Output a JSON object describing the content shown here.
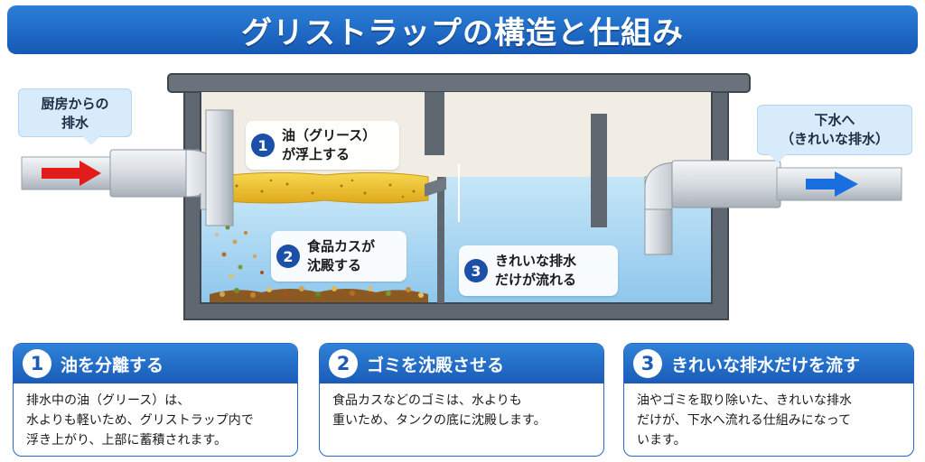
{
  "header": {
    "title": "グリストラップの構造と仕組み"
  },
  "callouts": {
    "inlet": {
      "line1": "厨房からの",
      "line2": "排水"
    },
    "outlet": {
      "line1": "下水へ",
      "line2": "（きれいな排水）"
    }
  },
  "diagram_labels": [
    {
      "num": "1",
      "line1": "油（グリース）",
      "line2": "が浮上する"
    },
    {
      "num": "2",
      "line1": "食品カスが",
      "line2": "沈殿する"
    },
    {
      "num": "3",
      "line1": "きれいな排水",
      "line2": "だけが流れる"
    }
  ],
  "cards": [
    {
      "num": "1",
      "title": "油を分離する",
      "lines": [
        "排水中の油（グリース）は、",
        "水よりも軽いため、グリストラップ内で",
        "浮き上がり、上部に蓄積されます。"
      ]
    },
    {
      "num": "2",
      "title": "ゴミを沈殿させる",
      "lines": [
        "食品カスなどのゴミは、水よりも",
        "重いため、タンクの底に沈殿します。",
        ""
      ]
    },
    {
      "num": "3",
      "title": "きれいな排水だけを流す",
      "lines": [
        "油やゴミを取り除いた、きれいな排水",
        "だけが、下水へ流れる仕組みになって",
        "います。"
      ]
    }
  ],
  "colors": {
    "header_blue": "#1b5fb8",
    "water": "#a9d6f2",
    "grease": "#f0c233",
    "inlet_arrow": "#e21b1b",
    "outlet_arrow": "#1a6fe0",
    "tank_wall": "#5b6570"
  }
}
